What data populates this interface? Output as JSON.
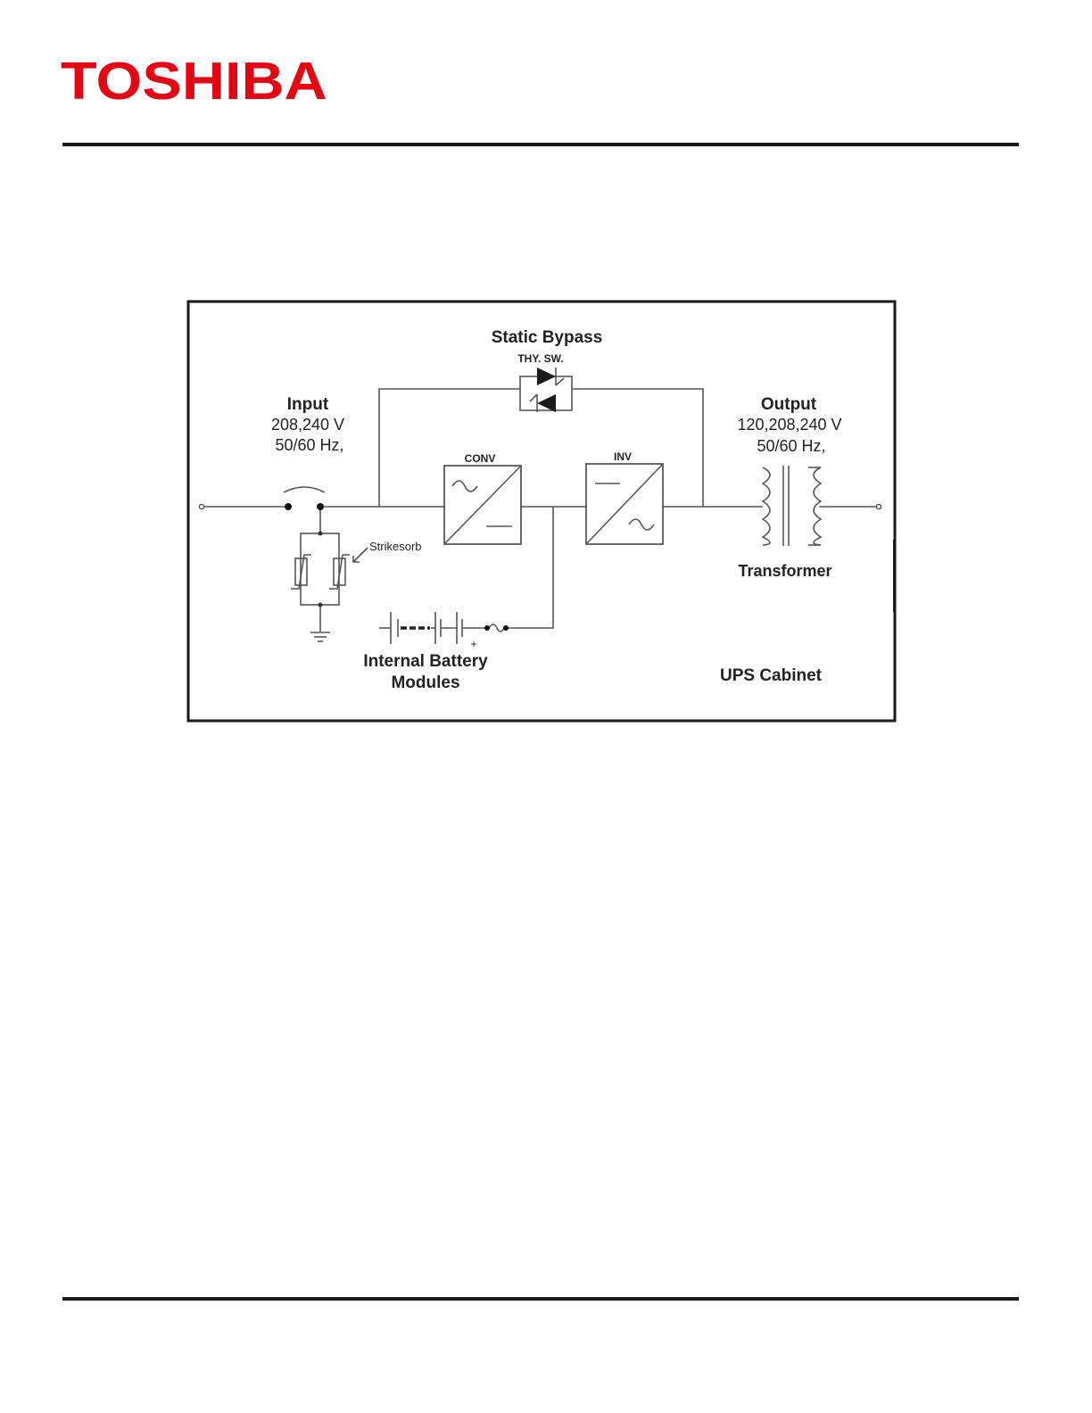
{
  "brand": {
    "logo_text": "TOSHIBA",
    "color": "#e30613"
  },
  "diagram": {
    "static_bypass": "Static Bypass",
    "thy_sw": "THY. SW.",
    "input": {
      "title": "Input",
      "voltage": "208,240 V",
      "frequency": "50/60 Hz,"
    },
    "output": {
      "title": "Output",
      "voltage": "120,208,240 V",
      "frequency": "50/60 Hz,"
    },
    "conv": "CONV",
    "inv": "INV",
    "strikesorb": "Strikesorb",
    "transformer": "Transformer",
    "battery": {
      "line1": "Internal Battery",
      "line2": "Modules",
      "polarity": "+"
    },
    "cabinet": "UPS Cabinet"
  }
}
